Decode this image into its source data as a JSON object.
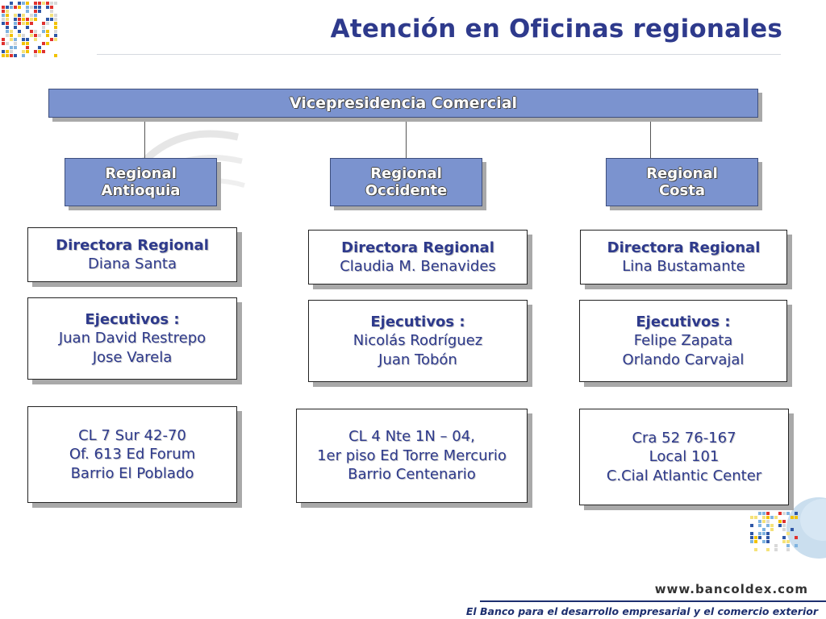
{
  "title": "Atención en Oficinas regionales",
  "org": {
    "top": "Vicepresidencia Comercial",
    "regions": [
      {
        "name": [
          "Regional",
          "Antioquia"
        ],
        "director_title": "Directora Regional",
        "director_name": "Diana Santa",
        "exec_title": "Ejecutivos :",
        "executives": [
          "Juan David Restrepo",
          "Jose Varela"
        ],
        "address": [
          "CL 7 Sur  42-70",
          "Of. 613 Ed Forum",
          "Barrio El Poblado"
        ]
      },
      {
        "name": [
          "Regional",
          "Occidente"
        ],
        "director_title": "Directora Regional",
        "director_name": "Claudia M. Benavides",
        "exec_title": "Ejecutivos :",
        "executives": [
          "Nicolás Rodríguez",
          "Juan Tobón"
        ],
        "address": [
          "CL 4 Nte  1N – 04,",
          "1er piso Ed Torre Mercurio",
          "Barrio Centenario"
        ]
      },
      {
        "name": [
          "Regional",
          "Costa"
        ],
        "director_title": "Directora Regional",
        "director_name": "Lina Bustamante",
        "exec_title": "Ejecutivos :",
        "executives": [
          "Felipe Zapata",
          "Orlando Carvajal"
        ],
        "address": [
          "Cra 52  76-167",
          "Local 101",
          "C.Cial Atlantic Center"
        ]
      }
    ]
  },
  "footer": {
    "url": "www.bancoldex.com",
    "slogan": "El Banco para el desarrollo empresarial y el comercio exterior"
  },
  "colors": {
    "title": "#2e3a8c",
    "box_blue": "#7b93cf",
    "footer_blue": "#1d2f6f"
  }
}
